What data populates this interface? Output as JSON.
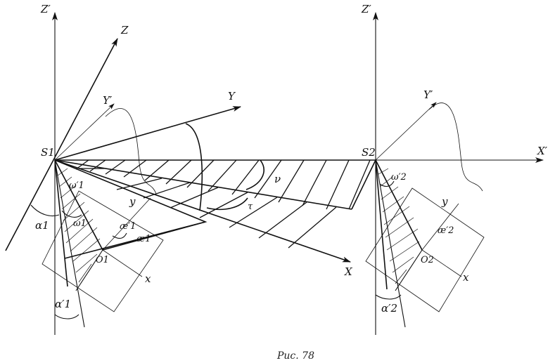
{
  "labels": {
    "z_prime_left": "Z′",
    "z": "Z",
    "y_prime_left": "Y′",
    "y": "Y",
    "s1": "S1",
    "x_prime_right": "X′",
    "z_prime_right": "Z′",
    "y_prime_right": "Y′",
    "s2": "S2",
    "x_axis": "X",
    "nu": "ν",
    "tau": "τ",
    "omega1_prime": "ω′1",
    "omega1": "ω1",
    "alpha1": "α1",
    "alpha1_prime": "α′1",
    "ae1_prime": "æ′1",
    "ae1": "æ1",
    "o1": "O1",
    "y_small_left": "y",
    "x_small_left": "x",
    "omega2_prime": "ω′2",
    "ae2_prime": "æ′2",
    "o2": "O2",
    "y_small_right": "y",
    "x_small_right": "x",
    "alpha2_prime": "α′2"
  },
  "caption": "Рис. 78"
}
